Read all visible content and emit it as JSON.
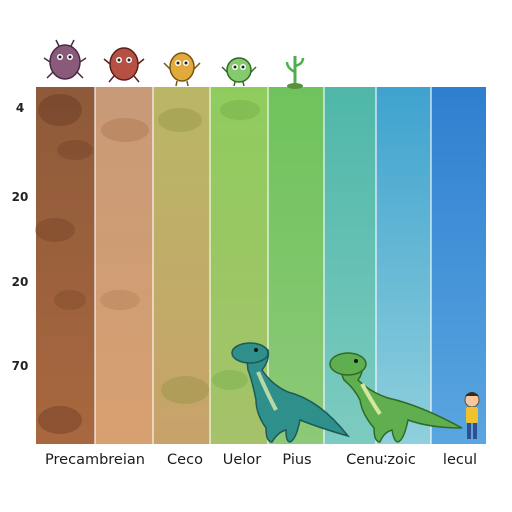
{
  "y_labels": [
    "4",
    "20",
    "20",
    "70"
  ],
  "eras": [
    {
      "label": "Precambreian",
      "top": "#8e5a3a",
      "bottom": "#a8683f"
    },
    {
      "label": "",
      "top": "#c89a78",
      "bottom": "#d7a070"
    },
    {
      "label": "Ceco",
      "top": "#b9b766",
      "bottom": "#c7a26a"
    },
    {
      "label": "Uelor",
      "top": "#8fcc5e",
      "bottom": "#a6c26a"
    },
    {
      "label": "Pius",
      "top": "#6fc35c",
      "bottom": "#8cc978"
    },
    {
      "label": "Cenu∶zoic",
      "top": "#4fb7a8",
      "bottom": "#7dcbc0"
    },
    {
      "label": "",
      "top": "#3fa2cf",
      "bottom": "#8fd0dc"
    },
    {
      "label": "lecul",
      "top": "#2f7fd0",
      "bottom": "#5aa6e0"
    }
  ],
  "colors": {
    "microbe_purple": "#7a4a6a",
    "microbe_red": "#a8473e",
    "critter_orange": "#d9a437",
    "critter_green": "#7fc56a",
    "sprout_green": "#5cb85c",
    "dino_teal": "#2f8f8a",
    "dino_green": "#5fae4f",
    "child_shirt": "#f2c12e"
  }
}
